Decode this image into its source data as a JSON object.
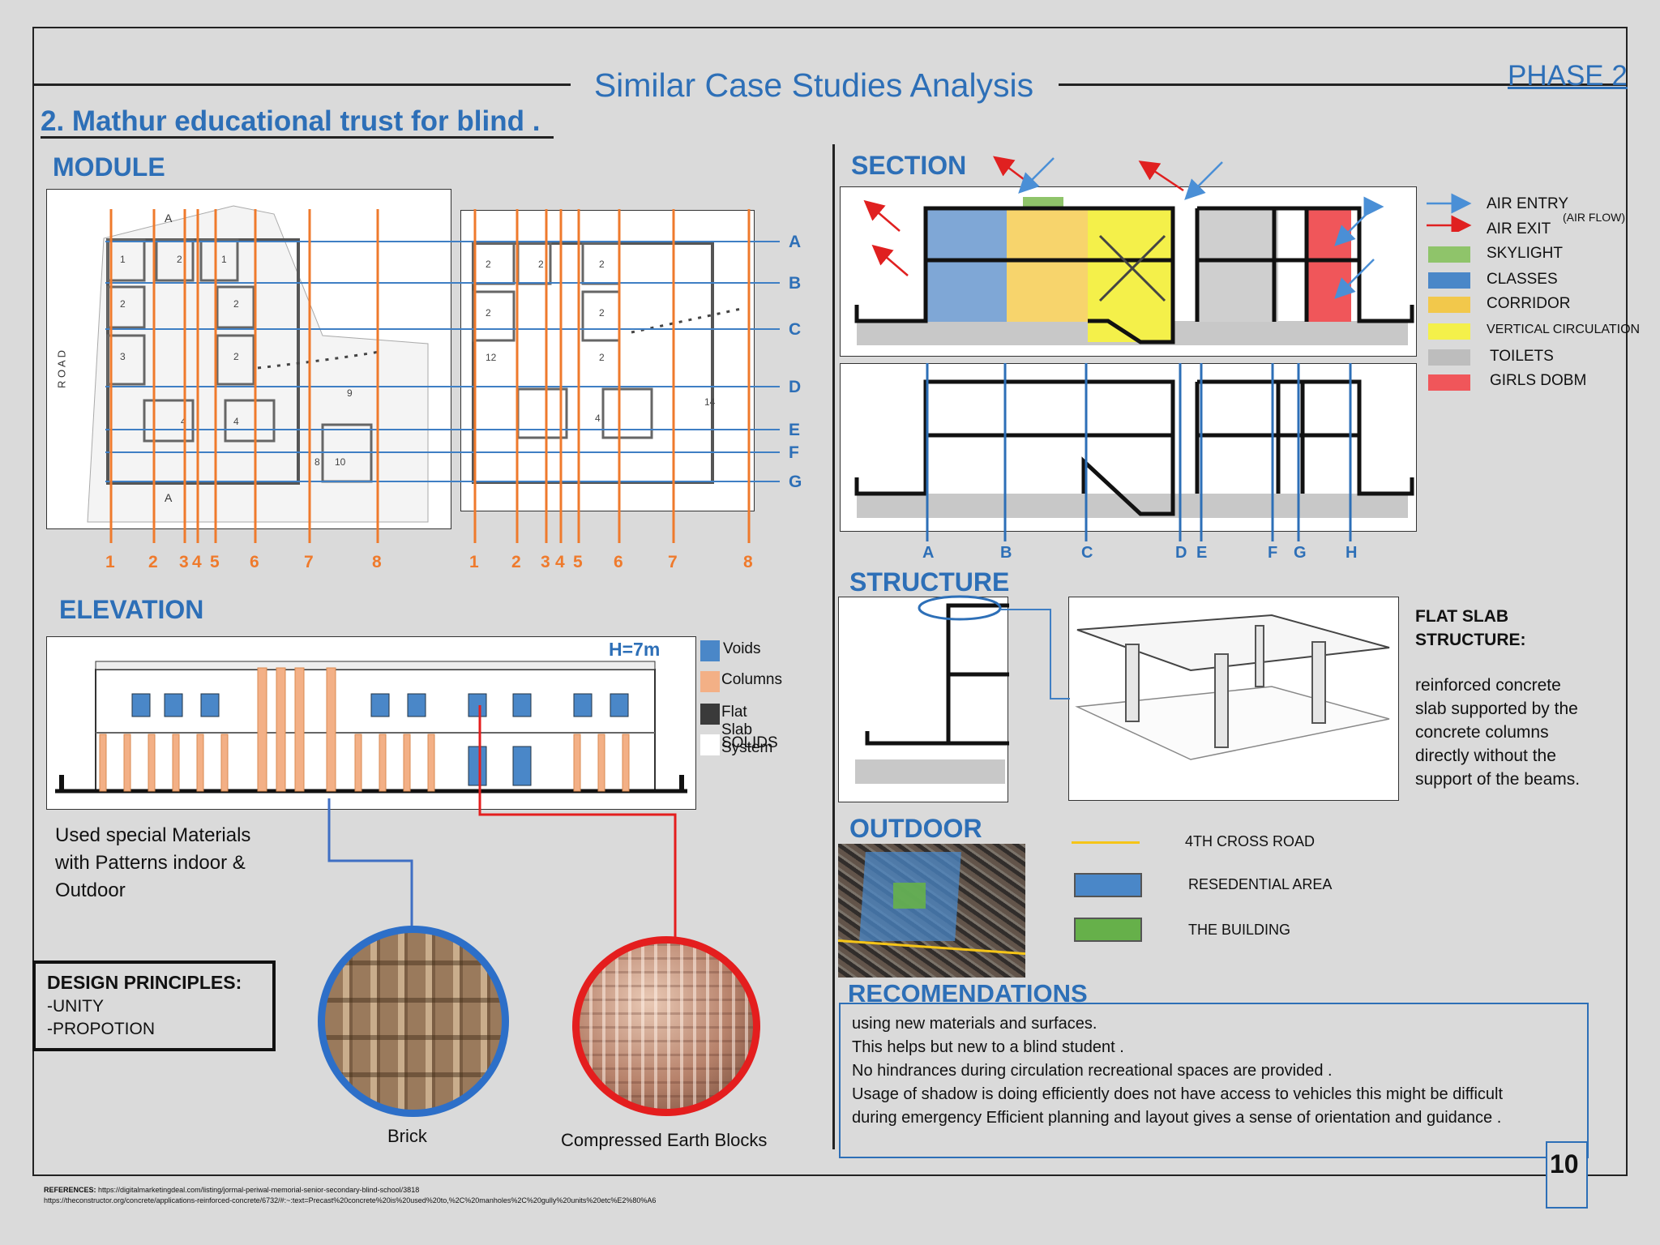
{
  "header": {
    "title": "Similar Case Studies Analysis",
    "phase": "PHASE 2",
    "subtitle": "2. Mathur educational trust for blind .",
    "page_number": "10"
  },
  "module": {
    "heading": "MODULE",
    "grid_letters": [
      "A",
      "B",
      "C",
      "D",
      "E",
      "F",
      "G"
    ],
    "grid_numbers": [
      "1",
      "2",
      "3",
      "4",
      "5",
      "6",
      "7",
      "8"
    ],
    "road_label": "R O A D",
    "section_mark": "A"
  },
  "section": {
    "heading": "SECTION",
    "axis_labels": [
      "A",
      "B",
      "C",
      "D",
      "E",
      "F",
      "G",
      "H"
    ],
    "legend_title_note": "(AIR FLOW)",
    "legend": [
      {
        "label": "AIR ENTRY",
        "color": "#4a8fd6",
        "kind": "arrow"
      },
      {
        "label": "AIR EXIT",
        "color": "#e02020",
        "kind": "arrow"
      },
      {
        "label": "SKYLIGHT",
        "color": "#8fc46a",
        "kind": "swatch"
      },
      {
        "label": "CLASSES",
        "color": "#4a87c8",
        "kind": "swatch"
      },
      {
        "label": "CORRIDOR",
        "color": "#f2c84b",
        "kind": "swatch"
      },
      {
        "label": "VERTICAL CIRCULATION",
        "color": "#f4f04a",
        "kind": "swatch"
      },
      {
        "label": "TOILETS",
        "color": "#bdbdbd",
        "kind": "swatch"
      },
      {
        "label": "GIRLS DOBM",
        "color": "#f0565a",
        "kind": "swatch"
      }
    ]
  },
  "structure": {
    "heading": "STRUCTURE",
    "title": "FLAT SLAB STRUCTURE:",
    "description": "reinforced concrete slab supported by the concrete columns directly without the support of the beams."
  },
  "elevation": {
    "heading": "ELEVATION",
    "height_label": "H=7m",
    "legend": [
      {
        "label": "Voids",
        "color": "#4a87c8"
      },
      {
        "label": "Columns",
        "color": "#f3b086"
      },
      {
        "label": "Flat Slab System",
        "color": "#3a3a3a"
      },
      {
        "label": "SOLIDS",
        "color": "#ffffff"
      }
    ],
    "materials_note": "Used special Materials with Patterns indoor & Outdoor"
  },
  "design_principles": {
    "title": "DESIGN PRINCIPLES:",
    "items": [
      "-UNITY",
      "-PROPOTION"
    ]
  },
  "materials": [
    {
      "label": "Brick",
      "ring_color": "#2d6fc8"
    },
    {
      "label": "Compressed Earth Blocks",
      "ring_color": "#e41e1e"
    }
  ],
  "outdoor": {
    "heading": "OUTDOOR",
    "legend": [
      {
        "label": "4TH CROSS ROAD",
        "color": "#f5c518",
        "kind": "line"
      },
      {
        "label": "RESEDENTIAL AREA",
        "color": "#4a87c8",
        "kind": "swatch"
      },
      {
        "label": "THE BUILDING",
        "color": "#66b04a",
        "kind": "swatch"
      }
    ]
  },
  "recommendations": {
    "heading": "RECOMENDATIONS",
    "lines": [
      "using new materials and surfaces.",
      "This helps but new to a blind student .",
      "No hindrances during circulation recreational spaces are provided .",
      "Usage of shadow is doing efficiently does not have access to vehicles this might be difficult",
      "during emergency Efficient planning and layout gives a sense of orientation and guidance ."
    ]
  },
  "references": {
    "label": "REFERENCES:",
    "line1": "https://digitalmarketingdeal.com/listing/jormal-periwal-memorial-senior-secondary-blind-school/3818",
    "line2": "https://theconstructor.org/concrete/applications-reinforced-concrete/6732/#:~:text=Precast%20concrete%20is%20used%20to,%2C%20manholes%2C%20gully%20units%20etc%E2%80%A6"
  }
}
